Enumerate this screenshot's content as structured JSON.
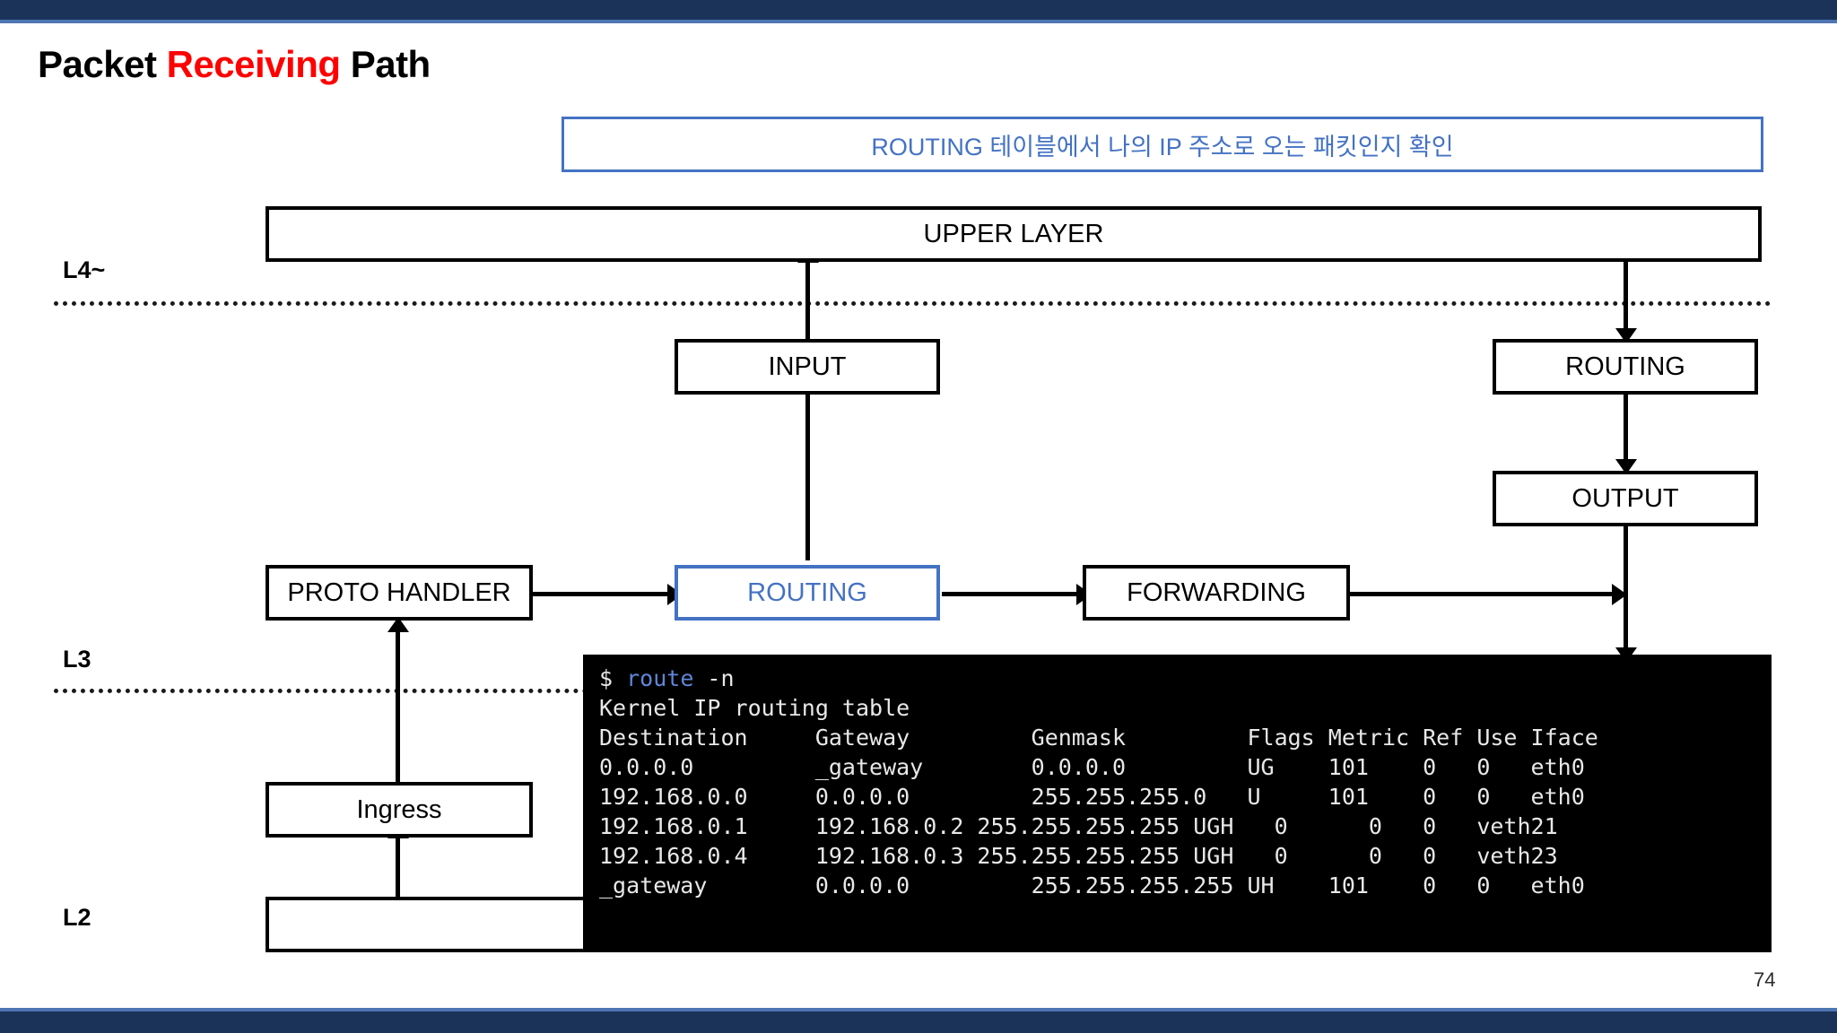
{
  "slide": {
    "title_part1": "Packet ",
    "title_highlight": "Receiving",
    "title_part2": " Path",
    "page_number": "74",
    "top_bar_color": "#1b3359",
    "accent_color": "#4f76b4",
    "highlight_color": "#ff0000",
    "blue_color": "#4472c4"
  },
  "callout": {
    "text": "ROUTING 테이블에서 나의 IP 주소로 오는 패킷인지 확인"
  },
  "layers": [
    {
      "label": "L4~"
    },
    {
      "label": "L3"
    },
    {
      "label": "L2"
    }
  ],
  "diagram": {
    "boxes": [
      {
        "id": "upper-layer",
        "label": "UPPER LAYER"
      },
      {
        "id": "input",
        "label": "INPUT"
      },
      {
        "id": "routing-right",
        "label": "ROUTING"
      },
      {
        "id": "output",
        "label": "OUTPUT"
      },
      {
        "id": "proto-handler",
        "label": "PROTO HANDLER"
      },
      {
        "id": "routing-mid",
        "label": "ROUTING"
      },
      {
        "id": "forwarding",
        "label": "FORWARDING"
      },
      {
        "id": "ingress",
        "label": "Ingress"
      },
      {
        "id": "nic",
        "label": ""
      }
    ]
  },
  "terminal": {
    "prompt": "$ ",
    "command_keyword": "route",
    "command_args": " -n",
    "header_line": "Kernel IP routing table",
    "columns": [
      "Destination",
      "Gateway",
      "Genmask",
      "Flags",
      "Metric",
      "Ref",
      "Use",
      "Iface"
    ],
    "column_header_line": "Destination     Gateway         Genmask         Flags Metric Ref Use Iface",
    "rows": [
      "0.0.0.0         _gateway        0.0.0.0         UG    101    0   0   eth0",
      "192.168.0.0     0.0.0.0         255.255.255.0   U     101    0   0   eth0",
      "192.168.0.1     192.168.0.2 255.255.255.255 UGH   0      0   0   veth21",
      "192.168.0.4     192.168.0.3 255.255.255.255 UGH   0      0   0   veth23",
      "_gateway        0.0.0.0         255.255.255.255 UH    101    0   0   eth0"
    ],
    "route_table": [
      {
        "destination": "0.0.0.0",
        "gateway": "_gateway",
        "genmask": "0.0.0.0",
        "flags": "UG",
        "metric": "101",
        "ref": "0",
        "use": "0",
        "iface": "eth0"
      },
      {
        "destination": "192.168.0.0",
        "gateway": "0.0.0.0",
        "genmask": "255.255.255.0",
        "flags": "U",
        "metric": "101",
        "ref": "0",
        "use": "0",
        "iface": "eth0"
      },
      {
        "destination": "192.168.0.1",
        "gateway": "192.168.0.2",
        "genmask": "255.255.255.255",
        "flags": "UGH",
        "metric": "0",
        "ref": "0",
        "use": "0",
        "iface": "veth21"
      },
      {
        "destination": "192.168.0.4",
        "gateway": "192.168.0.3",
        "genmask": "255.255.255.255",
        "flags": "UGH",
        "metric": "0",
        "ref": "0",
        "use": "0",
        "iface": "veth23"
      },
      {
        "destination": "_gateway",
        "gateway": "0.0.0.0",
        "genmask": "255.255.255.255",
        "flags": "UH",
        "metric": "101",
        "ref": "0",
        "use": "0",
        "iface": "eth0"
      }
    ]
  }
}
